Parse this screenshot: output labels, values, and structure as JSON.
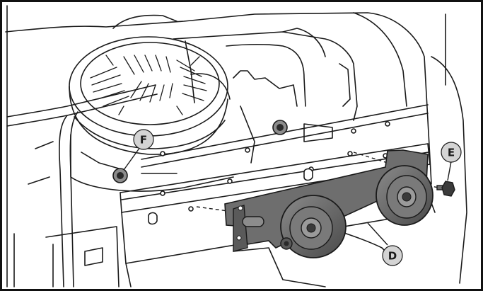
{
  "callouts": {
    "F": "F",
    "E": "E",
    "D": "D"
  },
  "colors": {
    "line": "#1a1a1a",
    "background": "#ffffff",
    "callout_fill": "#d4d4d4",
    "highlight_part": "#6e6e6e",
    "highlight_dark": "#3b3b3b",
    "frame": "#111111"
  },
  "icons": {
    "bolt_e": "bolt-icon",
    "nut_f": "nut-icon"
  }
}
